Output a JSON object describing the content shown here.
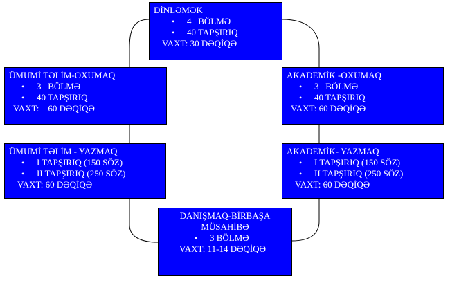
{
  "boxes": {
    "listening": {
      "title": "DİNLƏMƏK",
      "items": [
        "4   BÖLMƏ",
        "40 TAPŞIRIQ"
      ],
      "time": "VAXT: 30 DƏQİQƏ"
    },
    "general_reading": {
      "title": "ÜMUMİ TƏLİM-OXUMAQ",
      "items": [
        "3   BÖLMƏ",
        "40 TAPŞIRIQ"
      ],
      "time": "VAXT:    60 DƏQİQƏ"
    },
    "academic_reading": {
      "title": "AKADEMİK -OXUMAQ",
      "items": [
        "3   BÖLMƏ",
        "40 TAPŞIRIQ"
      ],
      "time": "VAXT: 60 DƏQİQƏ"
    },
    "general_writing": {
      "title": "ÜMUMİ TƏLİM - YAZMAQ",
      "items": [
        "I TAPŞIRIQ (150 SÖZ)",
        "II TAPŞIRIQ (250 SÖZ)"
      ],
      "time": "VAXT: 60 DƏQİQƏ"
    },
    "academic_writing": {
      "title": "AKADEMİK- YAZMAQ",
      "items": [
        "I TAPŞIRIQ (150 SÖZ)",
        "II TAPŞIRIQ (250 SÖZ)"
      ],
      "time": "VAXT: 60 DƏQİQƏ"
    },
    "speaking": {
      "title_line1": "DANIŞMAQ-BİRBAŞA",
      "title_line2": "MÜSAHİBƏ",
      "items": [
        "3 BÖLMƏ"
      ],
      "time": "VAXT: 11-14 DƏQİQƏ"
    }
  },
  "colors": {
    "box_fill": "#0000ff",
    "box_text": "#ffffff",
    "connector": "#000000"
  }
}
